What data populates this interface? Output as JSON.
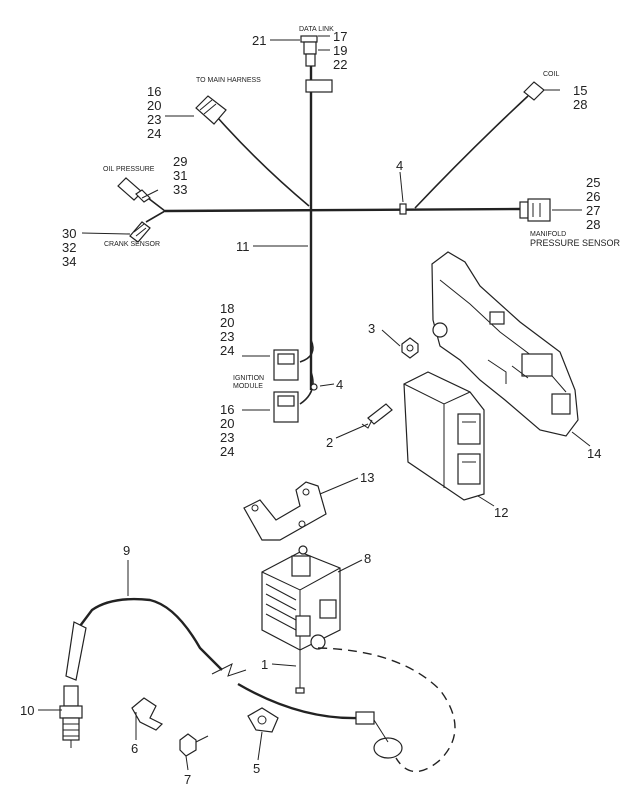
{
  "labels": {
    "data_link": "DATA LINK",
    "to_main_harness": "TO MAIN HARNESS",
    "coil": "COIL",
    "oil_pressure": "OIL PRESSURE",
    "crank_sensor": "CRANK SENSOR",
    "manifold": "MANIFOLD",
    "pressure_sensor": "PRESSURE SENSOR",
    "ignition": "IGNITION",
    "module": "MODULE"
  },
  "callouts": {
    "n21": "21",
    "n17": "17",
    "n19": "19",
    "n22": "22",
    "g_main": [
      "16",
      "20",
      "23",
      "24"
    ],
    "g_coil": [
      "15",
      "28"
    ],
    "g_oil": [
      "29",
      "31",
      "33"
    ],
    "g_crank": [
      "30",
      "32",
      "34"
    ],
    "g_map": [
      "25",
      "26",
      "27",
      "28"
    ],
    "n4a": "4",
    "n11": "11",
    "g_ign1": [
      "18",
      "20",
      "23",
      "24"
    ],
    "g_ign2": [
      "16",
      "20",
      "23",
      "24"
    ],
    "n4b": "4",
    "n3": "3",
    "n2": "2",
    "n14": "14",
    "n12": "12",
    "n13": "13",
    "n9": "9",
    "n8": "8",
    "n1": "1",
    "n10": "10",
    "n6": "6",
    "n7": "7",
    "n5": "5"
  }
}
